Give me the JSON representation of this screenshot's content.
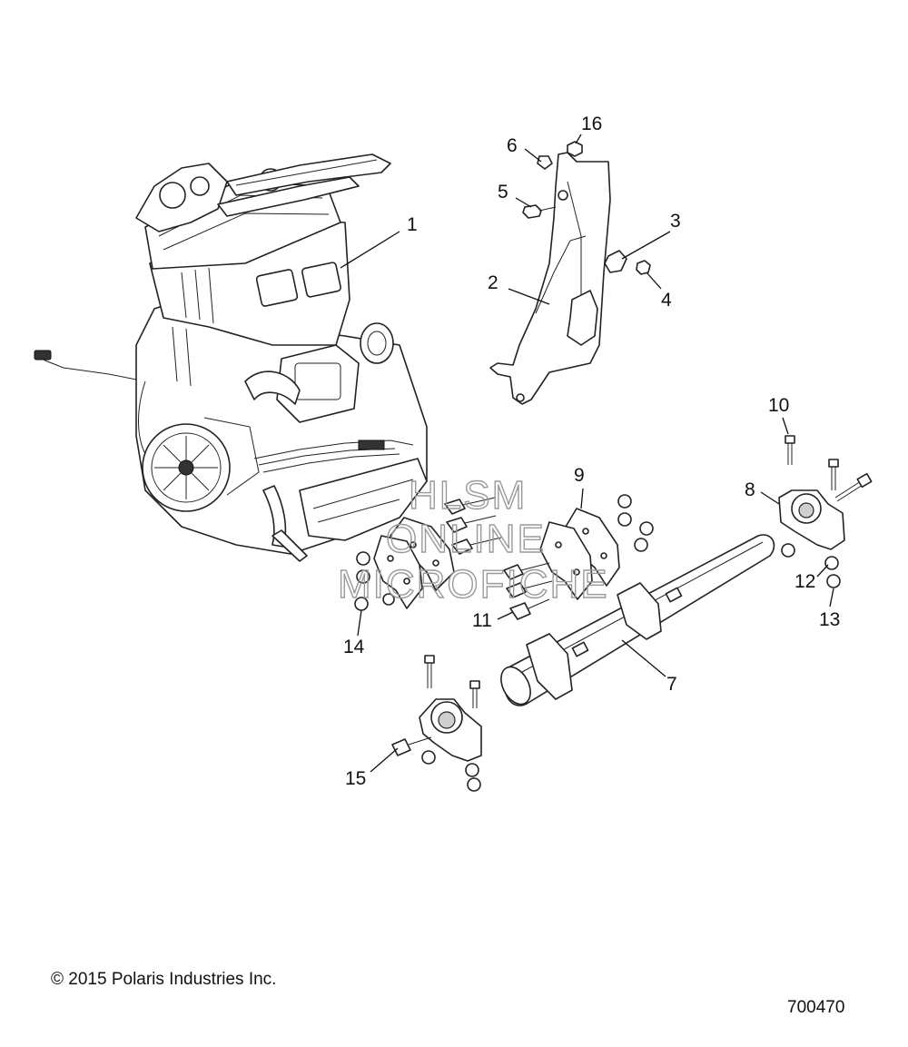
{
  "callouts": [
    {
      "id": "c1",
      "label": "1"
    },
    {
      "id": "c2",
      "label": "2"
    },
    {
      "id": "c3",
      "label": "3"
    },
    {
      "id": "c4",
      "label": "4"
    },
    {
      "id": "c5",
      "label": "5"
    },
    {
      "id": "c6",
      "label": "6"
    },
    {
      "id": "c7",
      "label": "7"
    },
    {
      "id": "c8",
      "label": "8"
    },
    {
      "id": "c9",
      "label": "9"
    },
    {
      "id": "c10",
      "label": "10"
    },
    {
      "id": "c11",
      "label": "11"
    },
    {
      "id": "c12",
      "label": "12"
    },
    {
      "id": "c13",
      "label": "13"
    },
    {
      "id": "c14",
      "label": "14"
    },
    {
      "id": "c15",
      "label": "15"
    },
    {
      "id": "c16",
      "label": "16"
    }
  ],
  "watermark": {
    "line1": "HLSM",
    "line2": "ONLINE",
    "line3": "MICROFICHE"
  },
  "footer": {
    "copyright": "© 2015 Polaris Industries Inc.",
    "drawing_number": "700470"
  }
}
